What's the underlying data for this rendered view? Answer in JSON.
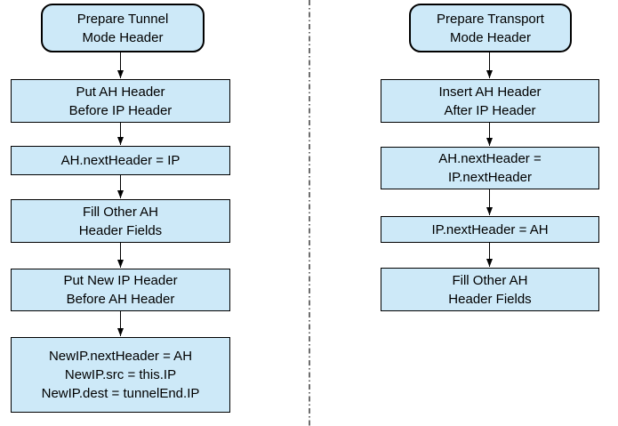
{
  "colors": {
    "box_fill": "#cde9f8",
    "box_border": "#000000",
    "arrow": "#000000",
    "divider": "#3f3f3f"
  },
  "tunnel_flow": {
    "nodes": [
      {
        "id": "prepare-tunnel-mode-header",
        "shape": "rounded",
        "label": "Prepare Tunnel\nMode Header"
      },
      {
        "id": "put-ah-header-before-ip-header",
        "shape": "rect",
        "label": "Put AH Header\nBefore IP Header"
      },
      {
        "id": "ah-nextheader-ip",
        "shape": "rect",
        "label": "AH.nextHeader = IP"
      },
      {
        "id": "fill-other-ah-header-fields",
        "shape": "rect",
        "label": "Fill Other AH\nHeader Fields"
      },
      {
        "id": "put-new-ip-header-before-ah-header",
        "shape": "rect",
        "label": "Put New IP Header\nBefore AH Header"
      },
      {
        "id": "newip-assignments",
        "shape": "rect",
        "label": "NewIP.nextHeader = AH\nNewIP.src = this.IP\nNewIP.dest = tunnelEnd.IP"
      }
    ]
  },
  "transport_flow": {
    "nodes": [
      {
        "id": "prepare-transport-mode-header",
        "shape": "rounded",
        "label": "Prepare Transport\nMode Header"
      },
      {
        "id": "insert-ah-header-after-ip-header",
        "shape": "rect",
        "label": "Insert AH Header\nAfter IP Header"
      },
      {
        "id": "ah-nextheader-ip-nextheader",
        "shape": "rect",
        "label": "AH.nextHeader =\nIP.nextHeader"
      },
      {
        "id": "ip-nextheader-ah",
        "shape": "rect",
        "label": "IP.nextHeader = AH"
      },
      {
        "id": "fill-other-ah-header-fields",
        "shape": "rect",
        "label": "Fill Other AH\nHeader Fields"
      }
    ]
  }
}
